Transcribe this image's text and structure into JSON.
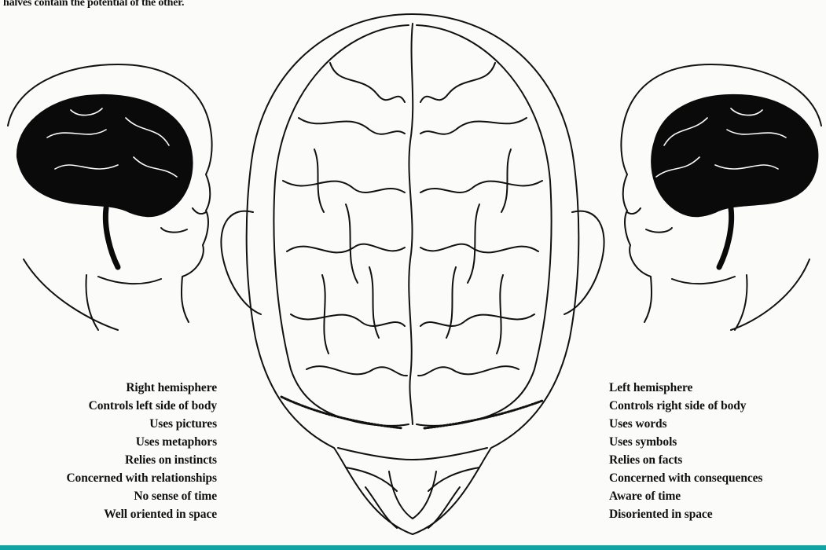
{
  "intro_text": "halves contain the potential of the other.",
  "right_hemisphere": {
    "heading": "Right hemisphere",
    "traits": [
      "Controls left side of body",
      "Uses pictures",
      "Uses metaphors",
      "Relies on instincts",
      "Concerned with relationships",
      "No sense of time",
      "Well oriented in space"
    ]
  },
  "left_hemisphere": {
    "heading": "Left hemisphere",
    "traits": [
      "Controls right side of body",
      "Uses words",
      "Uses symbols",
      "Relies on facts",
      "Concerned with consequences",
      "Aware of time",
      "Disoriented in space"
    ]
  },
  "colors": {
    "ink": "#111111",
    "paper": "#fbfbfa",
    "accent_band": "#12a3a3"
  }
}
